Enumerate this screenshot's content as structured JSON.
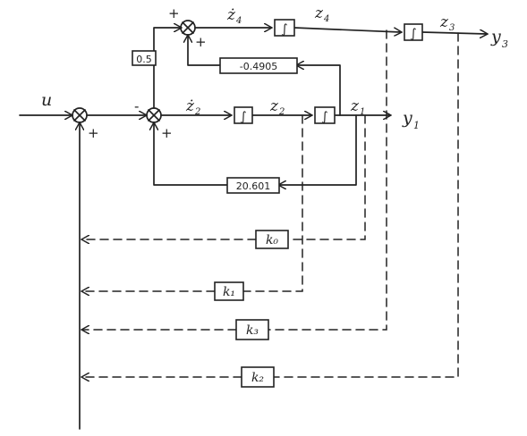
{
  "signals": {
    "input": "u",
    "output_y1": "y",
    "output_y1_sub": "1",
    "output_y3": "y",
    "output_y3_sub": "3",
    "z4_dot": "ż",
    "z4_dot_sub": "4",
    "z4": "z",
    "z4_sub": "4",
    "z3": "z",
    "z3_sub": "3",
    "z2_dot": "ż",
    "z2_dot_sub": "2",
    "z2": "z",
    "z2_sub": "2",
    "z1": "z",
    "z1_sub": "1"
  },
  "blocks": {
    "integrator": "∫",
    "gain_05": "0.5",
    "gain_04905": "-0.4905",
    "gain_20601": "20.601",
    "k0": "k₀",
    "k1": "k₁",
    "k3": "k₃",
    "k2": "k₂"
  },
  "signs": {
    "plus": "+",
    "minus": "-"
  }
}
